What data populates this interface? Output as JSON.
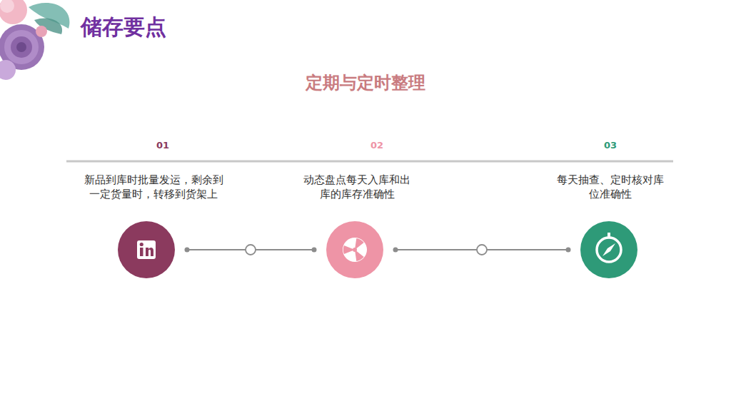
{
  "diagram": {
    "title": "储存要点",
    "nodes": [
      {
        "text": [
          "01",
          "新品到库时批量发运，剩余到 一定货量时，转移到货架上"
        ]
      },
      {
        "text": [
          "02",
          "动态盘点每天入库和出 库的库存准确性"
        ]
      },
      {
        "text": [
          "03",
          "每天抽查、定时核对库 位准确性"
        ]
      }
    ],
    "edges": [
      {
        "from": 0,
        "to": 1,
        "arrow": "none"
      },
      {
        "from": 1,
        "to": 2,
        "arrow": "none"
      }
    ],
    "labels": [
      "定期与定时整理"
    ]
  }
}
